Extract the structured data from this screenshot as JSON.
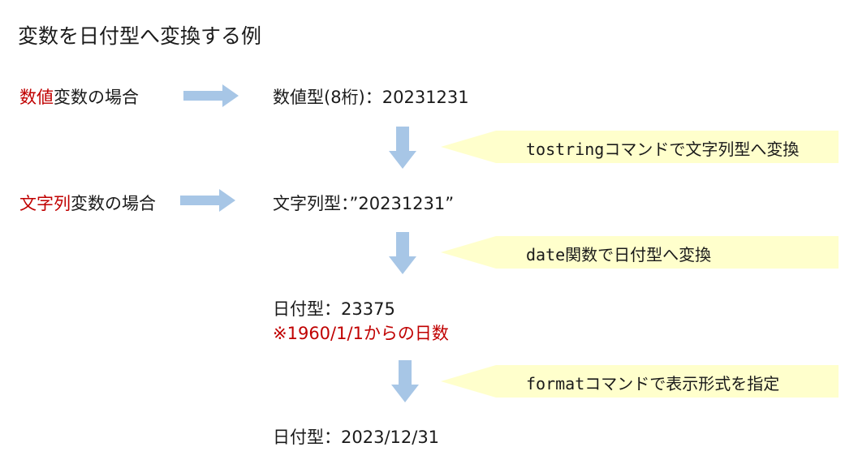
{
  "title": "変数を日付型へ変換する例",
  "rows": {
    "numeric": {
      "label_highlight": "数値",
      "label_rest": "変数の場合",
      "value": "数値型(8桁)：20231231"
    },
    "string": {
      "label_highlight": "文字列",
      "label_rest": "変数の場合",
      "value": "文字列型：”20231231”"
    },
    "date": {
      "value": "日付型：23375",
      "note": "※1960/1/1からの日数"
    },
    "formatted": {
      "value": "日付型：2023/12/31"
    }
  },
  "steps": [
    {
      "command": "tostring",
      "text": "コマンドで文字列型へ変換"
    },
    {
      "command": "date",
      "text": "関数で日付型へ変換"
    },
    {
      "command": "format",
      "text": "コマンドで表示形式を指定"
    }
  ],
  "colors": {
    "arrow": "#a7c6e6",
    "callout": "#ffffcc",
    "highlight": "#c00000"
  }
}
